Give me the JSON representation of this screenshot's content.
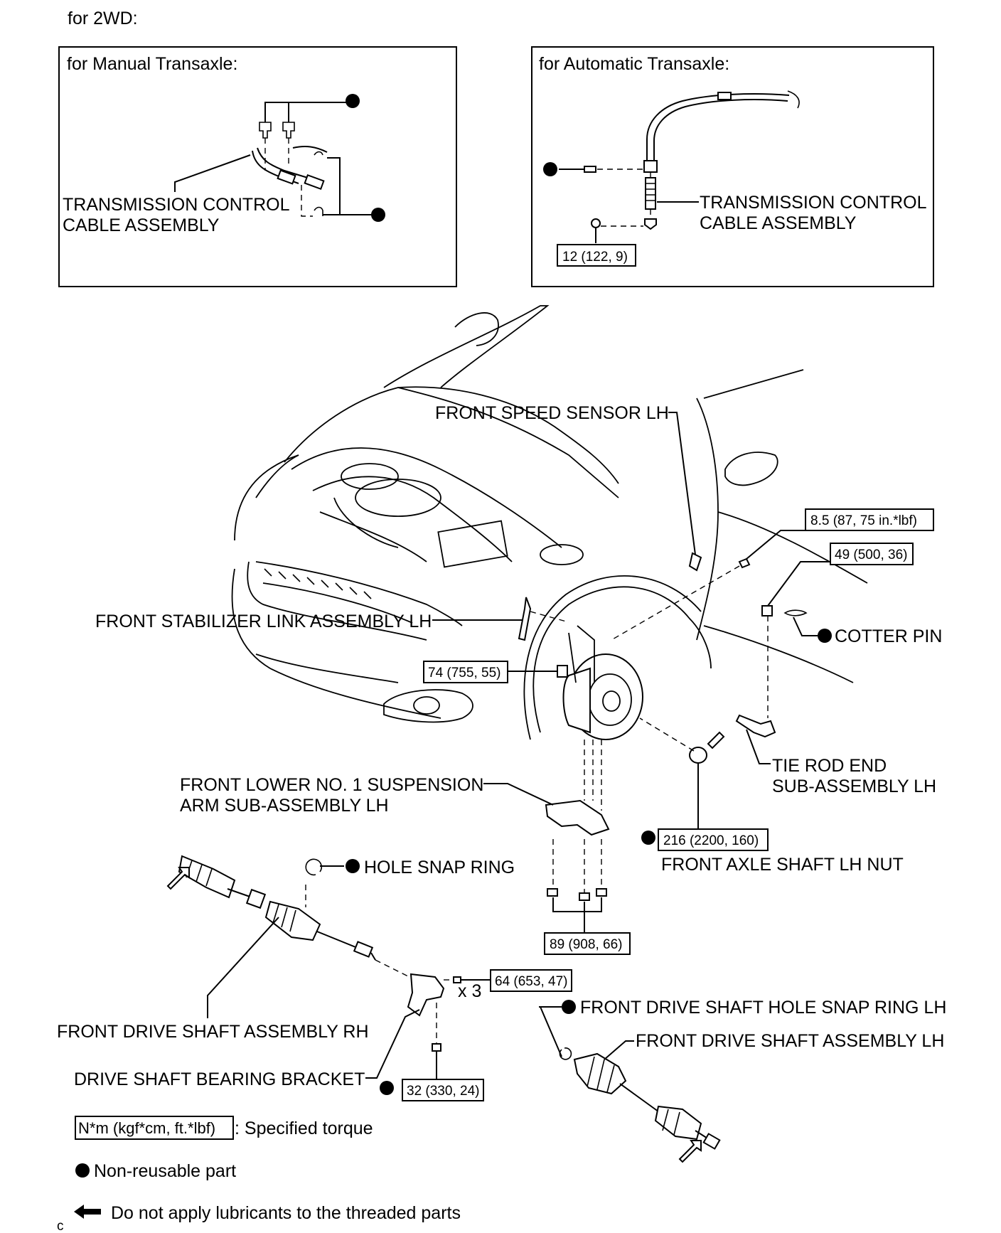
{
  "header": "for 2WD:",
  "manual_panel": {
    "title": "for Manual Transaxle:",
    "label_line1": "TRANSMISSION CONTROL",
    "label_line2": "CABLE ASSEMBLY"
  },
  "auto_panel": {
    "title": "for Automatic Transaxle:",
    "label_line1": "TRANSMISSION CONTROL",
    "label_line2": "CABLE ASSEMBLY",
    "torque": "12 (122, 9)"
  },
  "labels": {
    "speed_sensor": "FRONT SPEED SENSOR LH",
    "stabilizer_link": "FRONT STABILIZER LINK ASSEMBLY LH",
    "cotter_pin": "COTTER PIN",
    "tie_rod_line1": "TIE ROD END",
    "tie_rod_line2": "SUB-ASSEMBLY LH",
    "lower_arm_line1": "FRONT LOWER NO. 1 SUSPENSION",
    "lower_arm_line2": "ARM SUB-ASSEMBLY LH",
    "axle_nut": "FRONT AXLE SHAFT LH NUT",
    "hole_snap_ring": "HOLE SNAP RING",
    "drive_shaft_rh": "FRONT DRIVE SHAFT ASSEMBLY RH",
    "bearing_bracket": "DRIVE SHAFT BEARING BRACKET",
    "snap_ring_lh": "FRONT DRIVE SHAFT HOLE SNAP RING LH",
    "drive_shaft_lh": "FRONT DRIVE SHAFT ASSEMBLY LH",
    "times_three": "x 3"
  },
  "torques": {
    "speed_sensor_bolt": "8.5 (87, 75 in.*lbf)",
    "tie_rod_nut": "49 (500, 36)",
    "stabilizer_nut": "74 (755, 55)",
    "axle_nut": "216 (2200, 160)",
    "lower_arm_bolts": "89 (908, 66)",
    "bracket_bolts": "64 (653, 47)",
    "bracket_bolt_lower": "32 (330, 24)"
  },
  "legend": {
    "torque_box": "N*m (kgf*cm, ft.*lbf)",
    "torque_desc": ": Specified torque",
    "non_reusable": "Non-reusable part",
    "no_lube": "Do not apply lubricants to the threaded parts"
  },
  "footer_code": "c"
}
